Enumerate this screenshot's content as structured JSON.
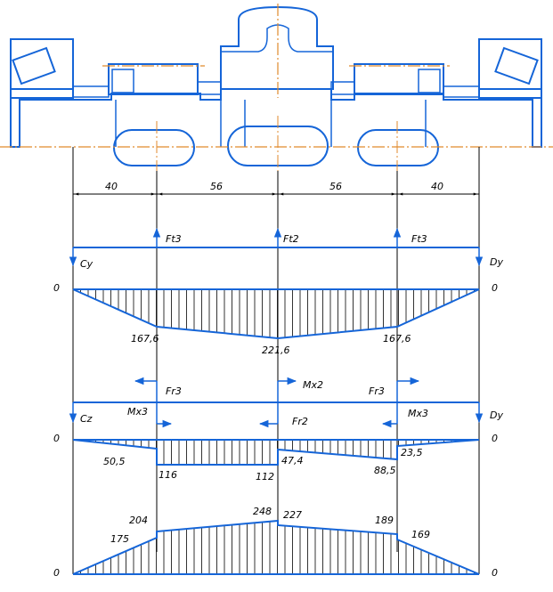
{
  "spans": [
    "40",
    "56",
    "56",
    "40"
  ],
  "vertical_plane": {
    "forces": {
      "left": "Ft3",
      "center": "Ft2",
      "right": "Ft3"
    },
    "supports": {
      "left": "Cy",
      "right": "Dy"
    },
    "zero_left": "0",
    "zero_right": "0",
    "values": {
      "left": "167,6",
      "center": "221,6",
      "right": "167,6"
    }
  },
  "horizontal_plane": {
    "forces": {
      "left": "Fr3",
      "right": "Fr3",
      "center": "Fr2"
    },
    "moments": {
      "left": "Mx3",
      "center": "Mx2",
      "right": "Mx3"
    },
    "supports": {
      "left": "Cz",
      "right": "Dy"
    },
    "zero_left": "0",
    "zero_right": "0",
    "values": {
      "v1": "50,5",
      "v2": "116",
      "v3": "112",
      "v4": "47,4",
      "v5": "88,5",
      "v6": "23,5"
    }
  },
  "total": {
    "zero_left": "0",
    "zero_right": "0",
    "values": {
      "v1": "175",
      "v2": "204",
      "v3": "248",
      "v4": "227",
      "v5": "189",
      "v6": "169"
    }
  },
  "colors": {
    "line": "#1565d8",
    "axis": "#e08a2c",
    "ink": "#000000"
  }
}
